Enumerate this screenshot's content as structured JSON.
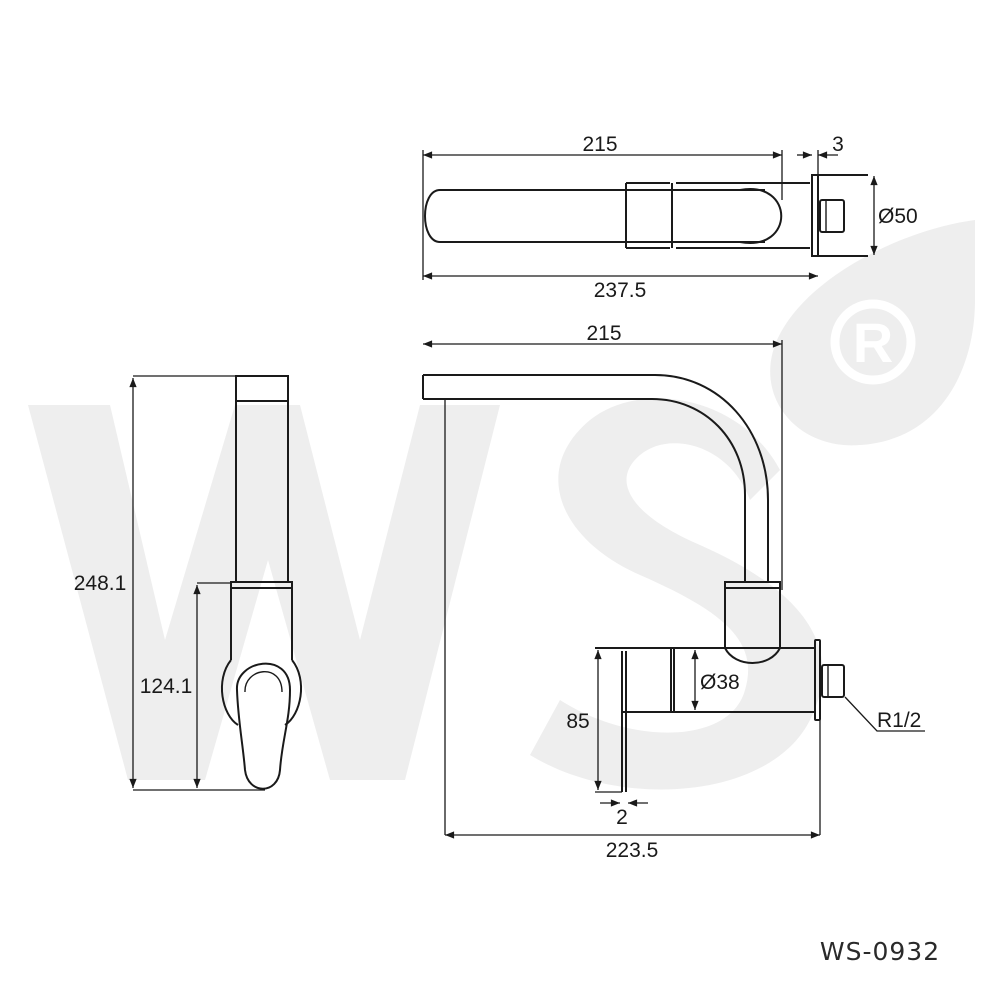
{
  "drawing": {
    "model_code": "WS-0932",
    "watermark": {
      "text": "WS",
      "registered_symbol": "®",
      "color": "#eeeeee"
    },
    "line_color": "#1a1a1a"
  },
  "top_view": {
    "dim_spout_length": "215",
    "dim_plate_thickness": "3",
    "dim_plate_diameter": "Ø50",
    "dim_total_length": "237.5"
  },
  "front_view": {
    "dim_spout_reach": "215",
    "dim_body_diameter": "Ø38",
    "dim_body_height": "85",
    "dim_flange_thickness": "2",
    "dim_total_depth": "223.5",
    "thread_label": "R1/2"
  },
  "side_view": {
    "dim_total_height": "248.1",
    "dim_handle_height": "124.1"
  }
}
